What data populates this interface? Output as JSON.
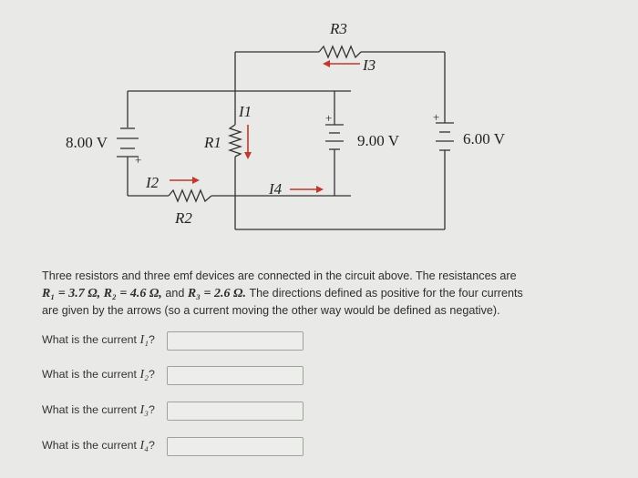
{
  "circuit": {
    "r3_label": "R3",
    "i3_label": "I3",
    "i1_label": "I1",
    "r1_label": "R1",
    "emf_left": "8.00 V",
    "emf_mid": "9.00 V",
    "emf_right": "6.00 V",
    "i2_label": "I2",
    "r2_label": "R2",
    "i4_label": "I4",
    "plus": "+"
  },
  "problem": {
    "line1": "Three resistors and three emf devices are connected in the circuit above. The resistances are",
    "r1_eq": "R₁ = 3.7 Ω,",
    "r2_eq": "R₂ = 4.6 Ω,",
    "and": "and",
    "r3_eq": "R₃ = 2.6 Ω.",
    "line2_rest": "The directions defined as positive for the four currents",
    "line3": "are given by the arrows (so a current moving the other way would be defined as negative)."
  },
  "questions": [
    {
      "prefix": "What is the current ",
      "symbol": "I₁",
      "suffix": "?",
      "value": ""
    },
    {
      "prefix": "What is the current ",
      "symbol": "I₂",
      "suffix": "?",
      "value": ""
    },
    {
      "prefix": "What is the current ",
      "symbol": "I₃",
      "suffix": "?",
      "value": ""
    },
    {
      "prefix": "What is the current ",
      "symbol": "I₄",
      "suffix": "?",
      "value": ""
    }
  ],
  "colors": {
    "arrow": "#c0392b",
    "wire": "#333333",
    "background": "#e9e9e7"
  }
}
